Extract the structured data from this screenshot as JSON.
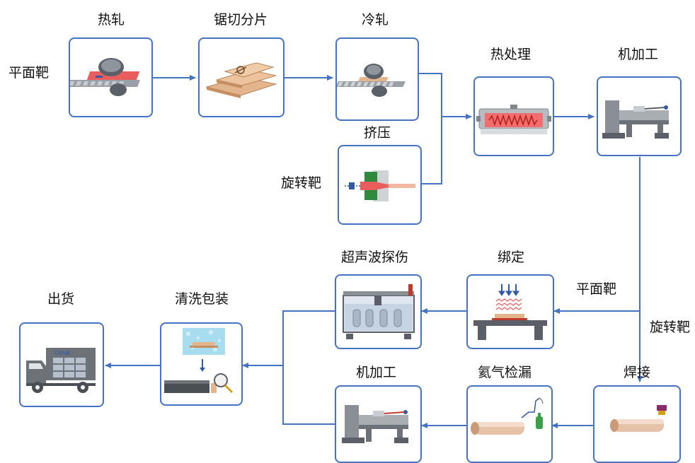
{
  "steps": {
    "hot_rolling": "热轧",
    "saw_cutting": "锯切分片",
    "cold_rolling": "冷轧",
    "extrusion": "挤压",
    "heat_treatment": "热处理",
    "machining_top": "机加工",
    "bonding": "绑定",
    "ultrasonic_inspection": "超声波探伤",
    "cleaning_packing": "清洗包装",
    "shipping": "出货",
    "welding": "焊接",
    "helium_leak_test": "氦气检漏",
    "machining_bottom": "机加工"
  },
  "branches": {
    "planar_target_left": "平面靶",
    "rotary_target_left": "旋转靶",
    "planar_target_right": "平面靶",
    "rotary_target_right": "旋转靶"
  },
  "logo_text": "Omat",
  "colors": {
    "box_border": "#4472c4",
    "arrow": "#4472c4"
  }
}
